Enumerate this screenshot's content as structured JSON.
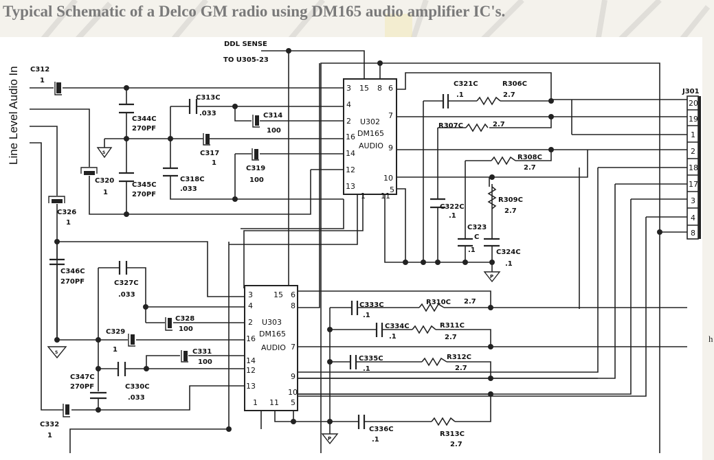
{
  "page": {
    "title": "Typical Schematic of a Delco GM radio using DM165 audio amplifier IC's.",
    "side_label": "Line Level Audio In",
    "edge_char": "h",
    "colors": {
      "title": "#7a7a7a",
      "ink": "#222222",
      "sheet": "#ffffff",
      "background": "#f4f2ec"
    }
  },
  "schematic": {
    "net_labels": {
      "ddl_sense": "DDL SENSE",
      "to_u305": "TO U305-23"
    },
    "ics": [
      {
        "ref": "U302",
        "part": "DM165",
        "func": "AUDIO",
        "pins_left": [
          "3",
          "4",
          "2",
          "16",
          "14",
          "12",
          "13"
        ],
        "pins_top": [
          "15",
          "8",
          "6"
        ],
        "pins_right": [
          "7",
          "9",
          "10",
          "5"
        ],
        "pins_bottom": [
          "1",
          "11"
        ]
      },
      {
        "ref": "U303",
        "part": "DM165",
        "func": "AUDIO",
        "pins_left": [
          "3",
          "4",
          "2",
          "16",
          "14",
          "12",
          "13"
        ],
        "pins_top": [
          "15",
          "6",
          "8"
        ],
        "pins_right": [
          "7",
          "9",
          "10",
          "5"
        ],
        "pins_bottom": [
          "1",
          "11"
        ]
      }
    ],
    "components": {
      "C312": {
        "ref": "C312",
        "val": "1"
      },
      "C313C": {
        "ref": "C313C",
        "val": ".033"
      },
      "C314": {
        "ref": "C314",
        "val": "100"
      },
      "C317": {
        "ref": "C317",
        "val": "1"
      },
      "C318C": {
        "ref": "C318C",
        "val": ".033"
      },
      "C319": {
        "ref": "C319",
        "val": "100"
      },
      "C320": {
        "ref": "C320",
        "val": "1"
      },
      "C321C": {
        "ref": "C321C",
        "val": ".1"
      },
      "C322C": {
        "ref": "C322C",
        "val": ".1"
      },
      "C323": {
        "ref": "C323",
        "ref2": "C",
        "val": ".1"
      },
      "C324C": {
        "ref": "C324C",
        "val": ".1"
      },
      "C326": {
        "ref": "C326",
        "val": "1"
      },
      "C327C": {
        "ref": "C327C",
        "val": ".033"
      },
      "C328": {
        "ref": "C328",
        "val": "100"
      },
      "C329": {
        "ref": "C329",
        "val": "1"
      },
      "C330C": {
        "ref": "C330C",
        "val": ".033"
      },
      "C331": {
        "ref": "C331",
        "val": "100"
      },
      "C332": {
        "ref": "C332",
        "val": "1"
      },
      "C333C": {
        "ref": "C333C",
        "val": ".1"
      },
      "C334C": {
        "ref": "C334C",
        "val": ".1"
      },
      "C335C": {
        "ref": "C335C",
        "val": ".1"
      },
      "C336C": {
        "ref": "C336C",
        "val": ".1"
      },
      "C344C": {
        "ref": "C344C",
        "val": "270PF"
      },
      "C345C": {
        "ref": "C345C",
        "val": "270PF"
      },
      "C346C": {
        "ref": "C346C",
        "val": "270PF"
      },
      "C347C": {
        "ref": "C347C",
        "val": "270PF"
      },
      "R306C": {
        "ref": "R306C",
        "val": "2.7"
      },
      "R307C": {
        "ref": "R307C",
        "val": "2.7"
      },
      "R308C": {
        "ref": "R308C",
        "val": "2.7"
      },
      "R309C": {
        "ref": "R309C",
        "val": "2.7"
      },
      "R310C": {
        "ref": "R310C",
        "val": "2.7"
      },
      "R311C": {
        "ref": "R311C",
        "val": "2.7"
      },
      "R312C": {
        "ref": "R312C",
        "val": "2.7"
      },
      "R313C": {
        "ref": "R313C",
        "val": "2.7"
      }
    },
    "ground_labels": {
      "signal": "S",
      "power": "P"
    },
    "connector": {
      "ref": "J301",
      "pins": [
        "20",
        "19",
        "1",
        "2",
        "18",
        "17",
        "3",
        "4",
        "8"
      ]
    }
  }
}
